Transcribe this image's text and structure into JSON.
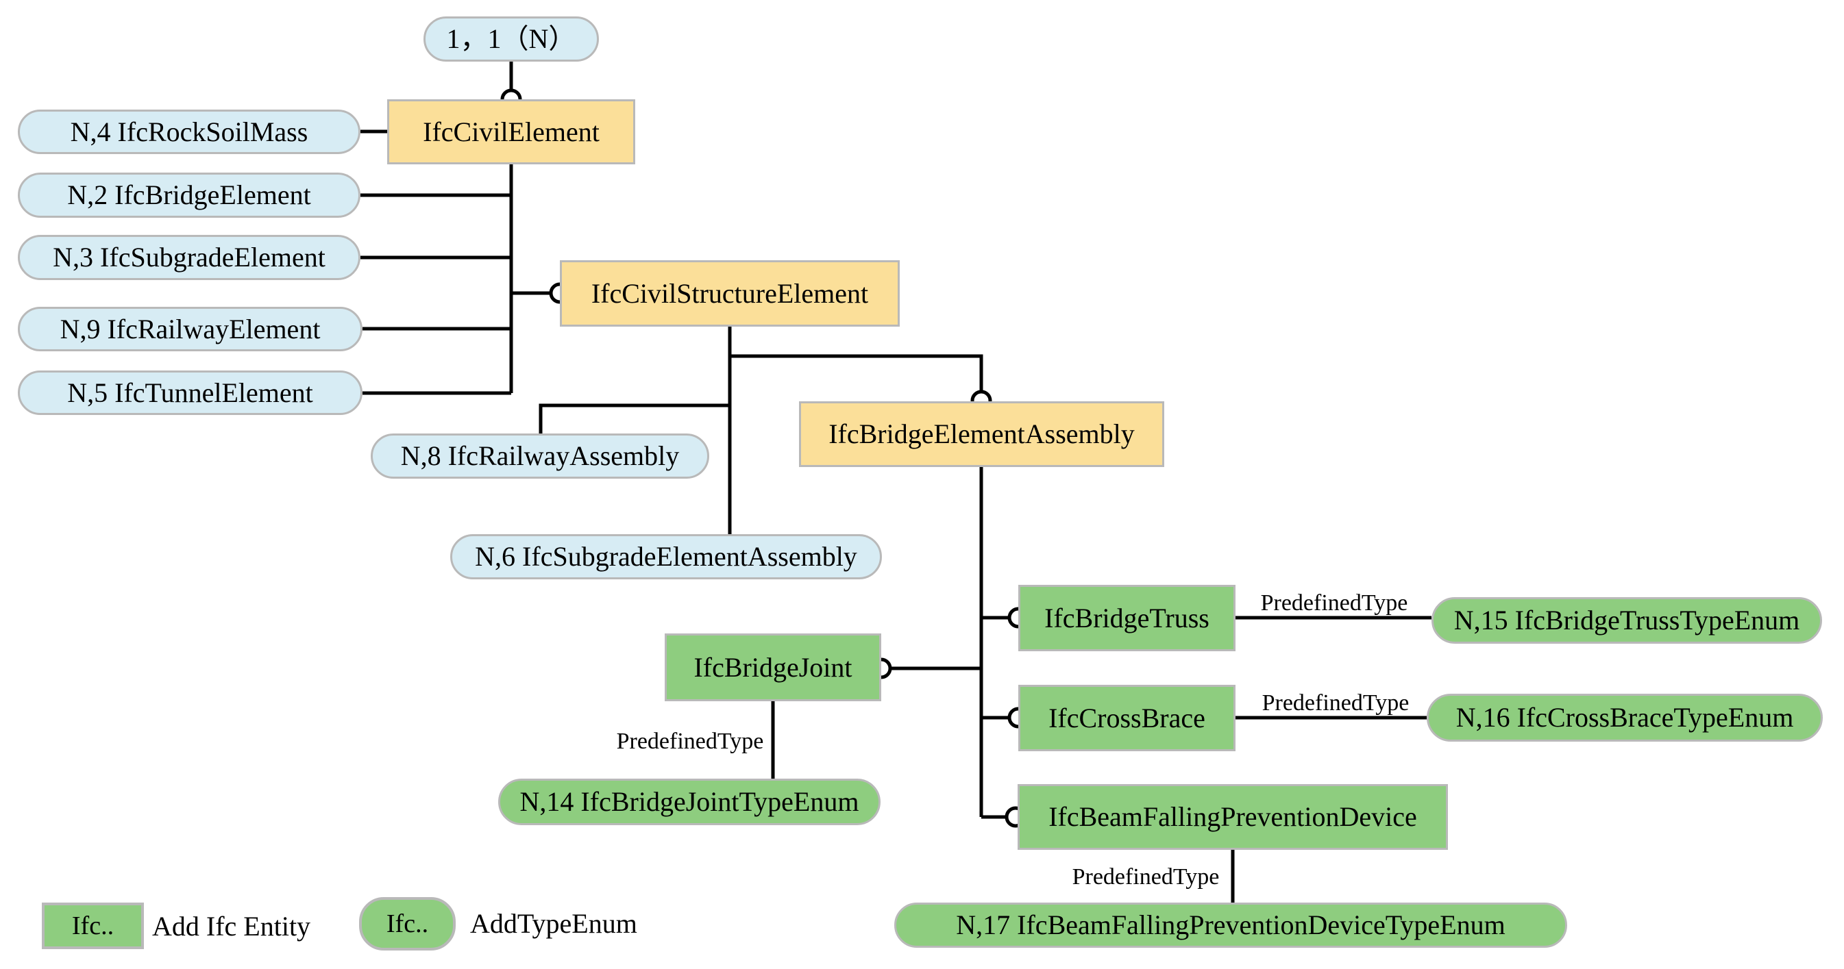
{
  "palette": {
    "background": "#FFFFFF",
    "entity_fill": "#FBDF99",
    "entity_border": "#B9B9B9",
    "ref_fill": "#D7ECF4",
    "ref_border": "#B9B9B9",
    "added_fill": "#8ECD7F",
    "added_border": "#B9B9B9",
    "connector": "#000000",
    "text": "#000000"
  },
  "nodes": {
    "cardinality": "1，1（N）",
    "civil_element": "IfcCivilElement",
    "rock_soil_mass": "N,4 IfcRockSoilMass",
    "bridge_element": "N,2 IfcBridgeElement",
    "subgrade_element": "N,3 IfcSubgradeElement",
    "railway_element": "N,9 IfcRailwayElement",
    "tunnel_element": "N,5 IfcTunnelElement",
    "civil_structure_element": "IfcCivilStructureElement",
    "railway_assembly": "N,8 IfcRailwayAssembly",
    "subgrade_element_assembly": "N,6 IfcSubgradeElementAssembly",
    "bridge_element_assembly": "IfcBridgeElementAssembly",
    "bridge_joint": "IfcBridgeJoint",
    "bridge_truss": "IfcBridgeTruss",
    "cross_brace": "IfcCrossBrace",
    "beam_falling_prevention_device": "IfcBeamFallingPreventionDevice",
    "bridge_joint_type_enum": "N,14 IfcBridgeJointTypeEnum",
    "bridge_truss_type_enum": "N,15 IfcBridgeTrussTypeEnum",
    "cross_brace_type_enum": "N,16 IfcCrossBraceTypeEnum",
    "beam_falling_prevention_device_type_enum": "N,17 IfcBeamFallingPreventionDeviceTypeEnum"
  },
  "edge_labels": {
    "predefined_type": "PredefinedType"
  },
  "legend": {
    "entity_swatch": "Ifc..",
    "entity_label": "Add Ifc Entity",
    "enum_swatch": "Ifc..",
    "enum_label": "AddTypeEnum"
  }
}
